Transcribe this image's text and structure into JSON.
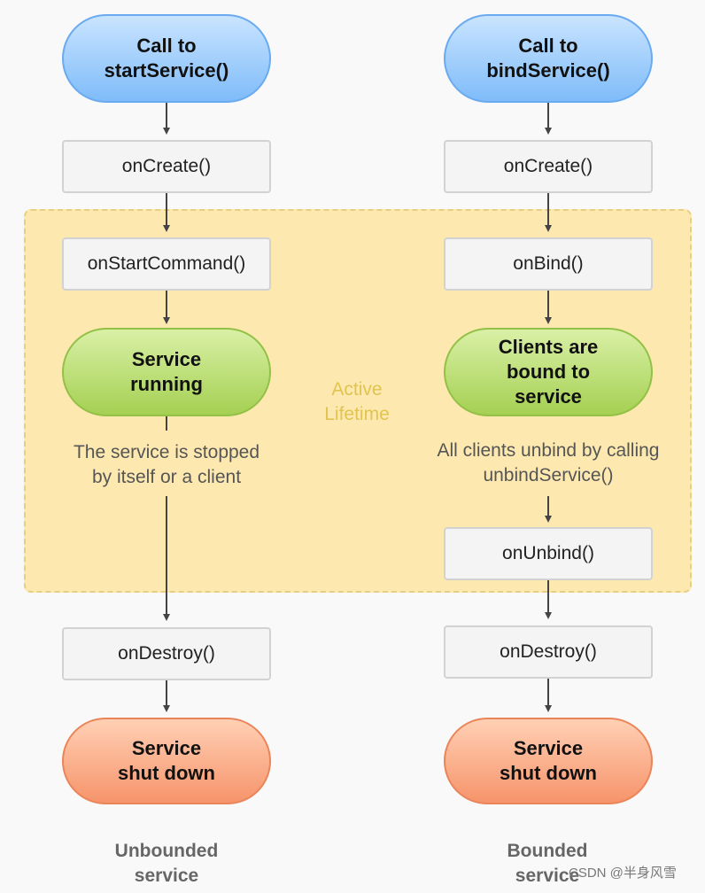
{
  "left_column": {
    "start": "Call to\nstartService()",
    "on_create": "onCreate()",
    "on_start_command": "onStartCommand()",
    "running": "Service\nrunning",
    "stop_note": "The service is stopped\nby itself or a client",
    "on_destroy": "onDestroy()",
    "shut_down": "Service\nshut down",
    "label": "Unbounded\nservice"
  },
  "right_column": {
    "start": "Call to\nbindService()",
    "on_create": "onCreate()",
    "on_bind": "onBind()",
    "bound": "Clients are\nbound to\nservice",
    "unbind_note": "All clients unbind by calling\nunbindService()",
    "on_unbind": "onUnbind()",
    "on_destroy": "onDestroy()",
    "shut_down": "Service\nshut down",
    "label": "Bounded\nservice"
  },
  "active_lifetime": "Active\nLifetime",
  "watermark": "CSDN @半身风雪",
  "colors": {
    "start_node": "#7fbcf9",
    "running_node": "#a5d052",
    "end_node": "#f6946b",
    "active_region": "#fde9b0",
    "method_box": "#f4f4f4"
  }
}
